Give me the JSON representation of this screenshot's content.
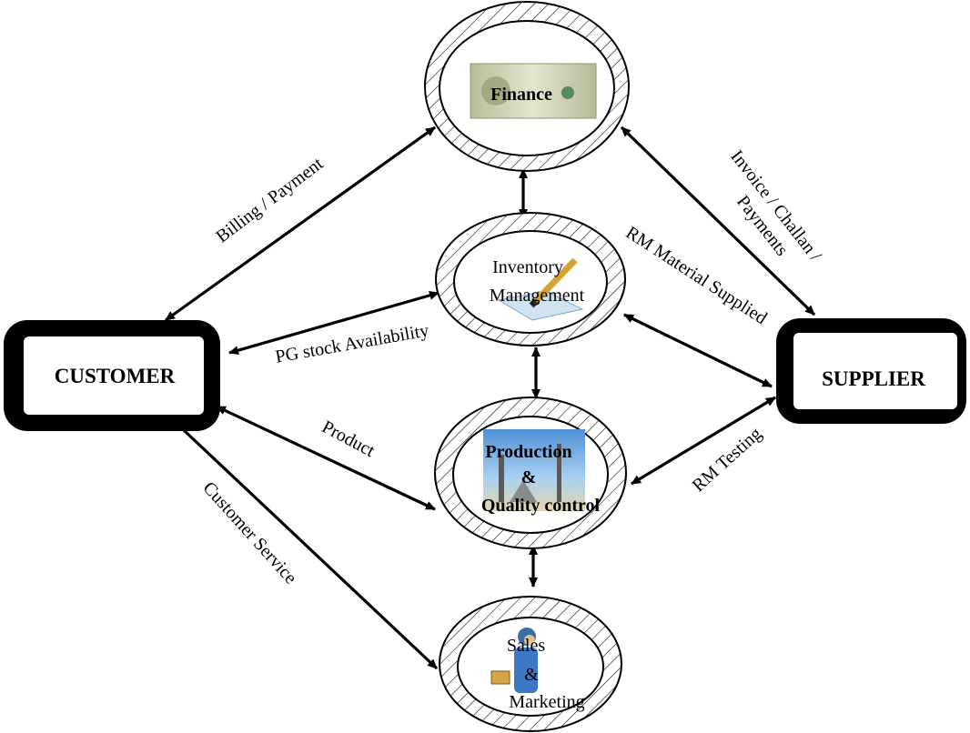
{
  "nodes": {
    "customer": {
      "label": "CUSTOMER"
    },
    "supplier": {
      "label": "SUPPLIER"
    },
    "finance": {
      "label": "Finance"
    },
    "inventory": {
      "line1": "Inventory",
      "line2": "Management"
    },
    "production": {
      "line1": "Production",
      "line2": "&",
      "line3": "Quality control"
    },
    "sales": {
      "line1": "Sales",
      "line2": "&",
      "line3": "Marketing"
    }
  },
  "edges": {
    "billing_payment": "Billing / Payment",
    "pg_stock": "PG stock Availability",
    "product": "Product",
    "customer_service": "Customer Service",
    "invoice_line1": "Invoice / Challan /",
    "invoice_line2": "Payments",
    "rm_supplied": "RM Material Supplied",
    "rm_testing": "RM Testing"
  },
  "colors": {
    "line": "#000000",
    "box_border": "#000000",
    "background": "#ffffff",
    "money": "#c9cfae",
    "production_sky": "#7fb6e6"
  }
}
